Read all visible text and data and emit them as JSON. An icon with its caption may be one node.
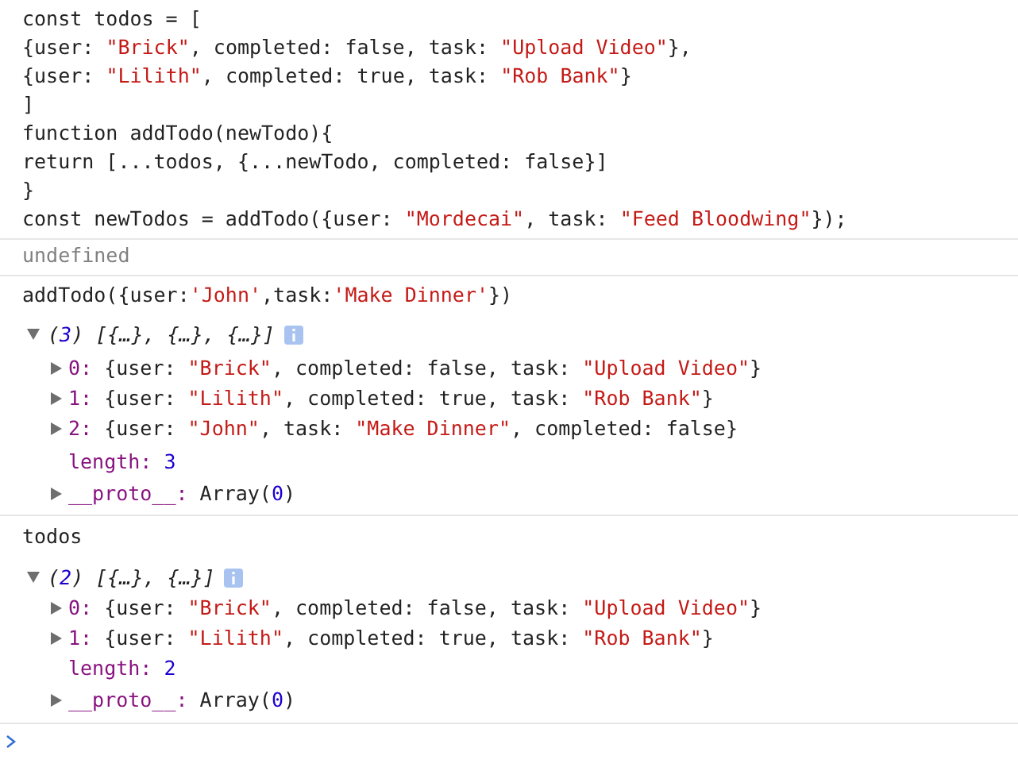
{
  "diagram": {
    "labels": [
      "const todos = [",
      "{user: \"Brick\", completed: false, task: \"Upload Video\"},",
      "{user: \"Lilith\", completed: true, task: \"Rob Bank\"}",
      "]",
      "function addTodo(newTodo){",
      "return [...todos, {...newTodo, completed: false}]",
      "}",
      "const newTodos = addTodo({user: \"Mordecai\", task: \"Feed Bloodwing\"});",
      "undefined",
      "addTodo({user:'John',task:'Make Dinner'})",
      "(3) [{…}, {…}, {…}]",
      "0: {user: \"Brick\", completed: false, task: \"Upload Video\"}",
      "1: {user: \"Lilith\", completed: true, task: \"Rob Bank\"}",
      "2: {user: \"John\", task: \"Make Dinner\", completed: false}",
      "length: 3",
      "__proto__: Array(0)",
      "todos",
      "(2) [{…}, {…}]",
      "0: {user: \"Brick\", completed: false, task: \"Upload Video\"}",
      "1: {user: \"Lilith\", completed: true, task: \"Rob Bank\"}",
      "length: 2",
      "__proto__: Array(0)"
    ]
  }
}
